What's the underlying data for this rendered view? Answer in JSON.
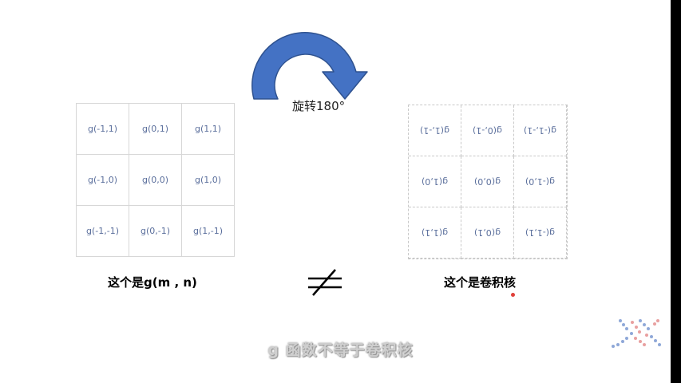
{
  "rotation_label": "旋转180°",
  "left_grid": {
    "cells": [
      [
        "g(-1,1)",
        "g(0,1)",
        "g(1,1)"
      ],
      [
        "g(-1,0)",
        "g(0,0)",
        "g(1,0)"
      ],
      [
        "g(-1,-1)",
        "g(0,-1)",
        "g(1,-1)"
      ]
    ],
    "caption": "这个是g(m , n)"
  },
  "right_grid": {
    "cells": [
      [
        "g(1,-1)",
        "g(0,-1)",
        "g(-1,-1)"
      ],
      [
        "g(1,0)",
        "g(0,0)",
        "g(-1,0)"
      ],
      [
        "g(1,1)",
        "g(0,1)",
        "g(-1,1)"
      ]
    ],
    "caption": "这个是卷积核"
  },
  "subtitle": "g 函数不等于卷积核",
  "colors": {
    "arrow_fill": "#4472c4",
    "arrow_stroke": "#2f528f",
    "cell_text": "#5b6f9c",
    "logo_blue": "#8fa8d8",
    "logo_red": "#e8a0a0"
  },
  "icons": {
    "arrow": "curved-arrow-icon",
    "not_equal": "not-equal-icon",
    "logo": "dot-x-logo-icon"
  }
}
